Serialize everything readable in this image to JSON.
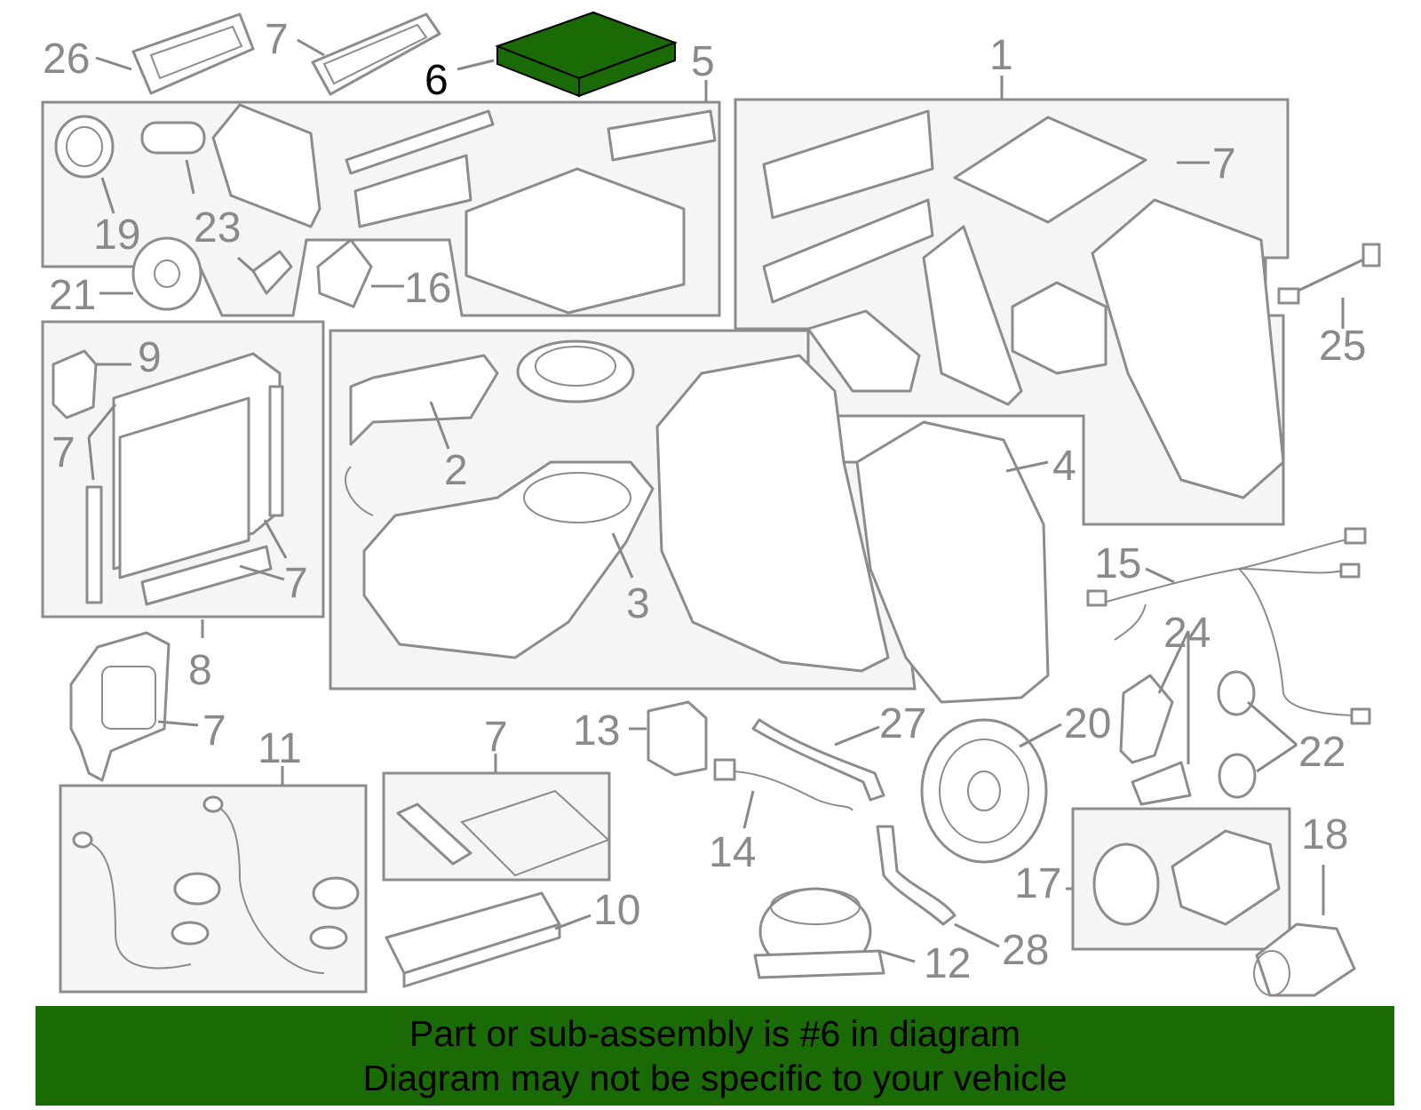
{
  "banner": {
    "line1": "Part or sub-assembly is #6 in diagram",
    "line2": "Diagram may not be specific to your vehicle"
  },
  "highlight_color": "#1a6a06",
  "highlighted_part": "6",
  "callouts": {
    "c26": "26",
    "c7a": "7",
    "c6": "6",
    "c5": "5",
    "c1": "1",
    "c19": "19",
    "c23": "23",
    "c21": "21",
    "c16": "16",
    "c7b": "7",
    "c25": "25",
    "c9": "9",
    "c7c": "7",
    "c7d": "7",
    "c2": "2",
    "c3": "3",
    "c4": "4",
    "c8": "8",
    "c7e": "7",
    "c15": "15",
    "c24": "24",
    "c13": "13",
    "c27": "27",
    "c20": "20",
    "c22": "22",
    "c11": "11",
    "c7f": "7",
    "c14": "14",
    "c18": "18",
    "c17": "17",
    "c10": "10",
    "c28": "28",
    "c12": "12"
  }
}
